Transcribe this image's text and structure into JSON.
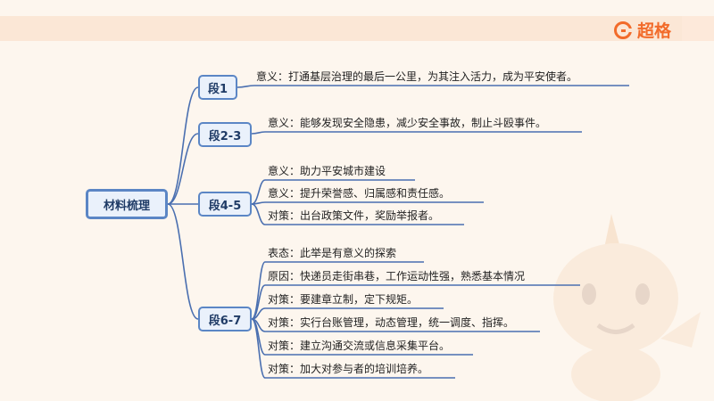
{
  "brand": {
    "name": "超格",
    "accent": "#f26b2a"
  },
  "root": {
    "label": "材料梳理"
  },
  "sections": [
    {
      "label": "段1",
      "items": [
        "意义：打通基层治理的最后一公里，为其注入活力，成为平安使者。"
      ]
    },
    {
      "label": "段2-3",
      "items": [
        "意义：能够发现安全隐患，减少安全事故，制止斗殴事件。"
      ]
    },
    {
      "label": "段4-5",
      "items": [
        "意义：助力平安城市建设",
        "意义：提升荣誉感、归属感和责任感。",
        "对策：出台政策文件，奖励举报者。"
      ]
    },
    {
      "label": "段6-7",
      "items": [
        "表态：此举是有意义的探索",
        "原因：快递员走街串巷，工作运动性强，熟悉基本情况",
        "对策：要建章立制，定下规矩。",
        "对策：实行台账管理，动态管理，统一调度、指挥。",
        "对策：建立沟通交流或信息采集平台。",
        "对策：加大对参与者的培训培养。"
      ]
    }
  ],
  "colors": {
    "line": "#4a6fb0",
    "node_border": "#5b86c5",
    "node_fill": "#eaf1fb",
    "background": "#fdf6ee"
  }
}
